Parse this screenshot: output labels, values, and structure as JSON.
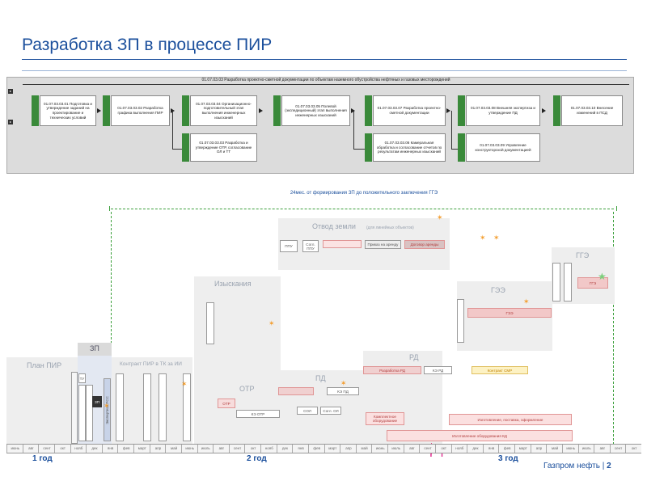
{
  "title": "Разработка ЗП в процессе ПИР",
  "process": {
    "header": "01.07.03.03 Разработка проектно-сметной документации по объектам наземного обустройства нефтяных и газовых месторождений",
    "steps": [
      {
        "id": "01.07.03.03.01",
        "text": "01.07.03.03.01 Подготовка и утверждение заданий на проектирование и технических условий"
      },
      {
        "id": "01.07.03.03.02",
        "text": "01.07.03.03.02 Разработка графика выполнения ПИР"
      },
      {
        "id": "01.07.03.03.04",
        "text": "01.07.03.03.04 Организационно-подготовительный этап выполнения инженерных изысканий"
      },
      {
        "id": "01.07.03.03.03",
        "text": "01.07.03.03.03 Разработка и утверждение ОТР, согласование ОЛ и ТТ"
      },
      {
        "id": "01.07.03.03.05",
        "text": "01.07.03.03.05 Полевой (экспедиционный) этап выполнения инженерных изысканий"
      },
      {
        "id": "01.07.03.03.07",
        "text": "01.07.03.03.07 Разработка проектно-сметной документации"
      },
      {
        "id": "01.07.03.03.06",
        "text": "01.07.03.03.06 Камеральная обработка и согласование отчетов по результатам инженерных изысканий"
      },
      {
        "id": "01.07.03.03.08",
        "text": "01.07.03.03.08 Внешняя экспертиза и утверждение ПД"
      },
      {
        "id": "01.07.03.03.09",
        "text": "01.07.03.03.09 Управление конструкторской документацией"
      },
      {
        "id": "01.07.03.03.10",
        "text": "01.07.03.03.10 Внесение изменений в ПСД"
      }
    ]
  },
  "timeline": {
    "span_label": "24мес. от формирования ЗП до положительного заключения ГГЭ",
    "phases": {
      "plan_pir": "План ПИР",
      "zp": "ЗП",
      "contract": "Контракт ПИР в ТК за ИИ",
      "izyskaniya": "Изыскания",
      "otvod": "Отвод земли",
      "otvod_sub": "(для линейных объектов)",
      "otr": "ОТР",
      "pd": "ПД",
      "rd": "РД",
      "gee": "ГЭЭ",
      "gge": "ГГЭ"
    },
    "labels": {
      "ppu": "ППУ",
      "sogl_ppu": "Согл. ППУ",
      "prikaz": "Приказ на аренду",
      "dogovor_arendy": "Договор аренды",
      "rd_dev": "Разработка РД",
      "ke_rd": "КЭ РД",
      "kontrakt_smr": "Контракт СМР",
      "ke_pd": "КЭ ПД",
      "ke_otr": "КЭ ОТР",
      "otr": "ОТР",
      "sol": "СОЛ",
      "sogl_ol": "Согл. ОЛ",
      "gee_box": "ГЭЭ",
      "gge_box": "ГГЭ",
      "ekspertiza": "Экспертиза РСС",
      "tu": "ТУ",
      "zp_box": "ЗП",
      "komplekt": "Комплектное оборудование",
      "izgot": "Изготовление оборудования КД",
      "postavka": "Изготовление, поставка, оформление"
    },
    "axis": [
      "июнь",
      "авг",
      "сент",
      "окт",
      "нояб",
      "дек",
      "янв",
      "фев",
      "март",
      "апр",
      "май",
      "июнь",
      "июль",
      "авг",
      "сент",
      "окт",
      "нояб",
      "дек",
      "янв",
      "фев",
      "март",
      "апр",
      "май",
      "июнь",
      "июль",
      "авг",
      "сент",
      "окт",
      "нояб",
      "дек",
      "янв",
      "фев",
      "март",
      "апр",
      "май",
      "июнь",
      "июль",
      "авг",
      "сент",
      "окт"
    ],
    "years": [
      "1 год",
      "2 год",
      "3 год"
    ]
  },
  "footer": {
    "brand": "Газпром нефть",
    "sep": "|",
    "page": "2"
  },
  "marker": "P i"
}
